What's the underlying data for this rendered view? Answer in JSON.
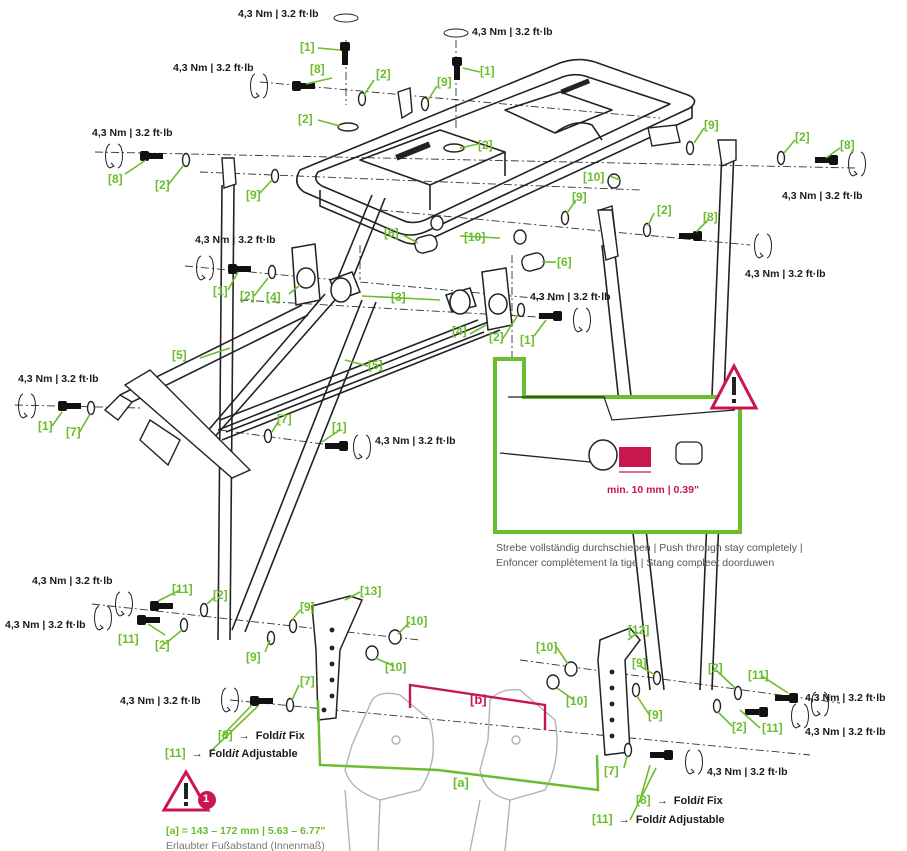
{
  "torque": "4,3 Nm | 3.2 ft·lb",
  "parts": {
    "p1": "[1]",
    "p2": "[2]",
    "p3": "[3]",
    "p4": "[4]",
    "p5": "[5]",
    "p6": "[6]",
    "p7": "[7]",
    "p8": "[8]",
    "p9": "[9]",
    "p10": "[10]",
    "p11": "[11]",
    "p12": "[12]",
    "p13": "[13]",
    "pa": "[a]",
    "pb": "[b]"
  },
  "notes": {
    "arrow": "→",
    "fold_prefix": "Fold",
    "fold_italic": "it",
    "fix": "Fix",
    "adjustable": "Adjustable"
  },
  "inset": {
    "min_label": "min. 10 mm | 0.39\"",
    "caption_line1": "Strebe vollständig durchschieben | Push through stay completely |",
    "caption_line2": "Enfoncer complètement la tige | Stang compleet doorduwen"
  },
  "warning": {
    "number": "1",
    "range": "[a] = 143 – 172 mm | 5.63 – 6.77\"",
    "range_note": "Erlaubter Fußabstand (Innenmaß)"
  },
  "colors": {
    "accent_green": "#6abd2d",
    "accent_red": "#c8174f",
    "line": "#1a1a1a"
  }
}
